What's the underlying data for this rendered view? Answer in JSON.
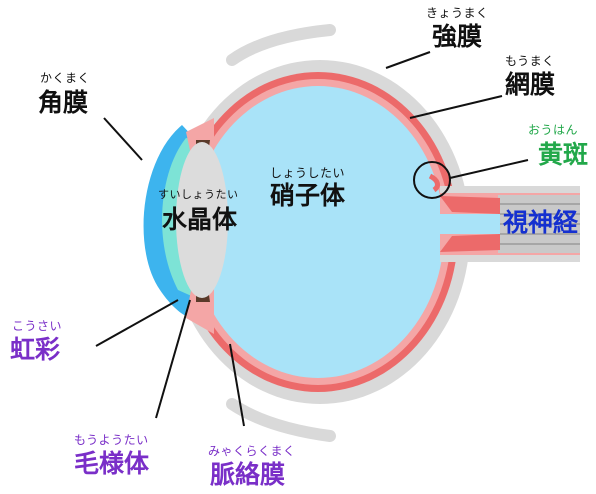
{
  "colors": {
    "black_label": "#111111",
    "macula_label": "#22a84a",
    "optic_label": "#1530d0",
    "purple_label": "#7a2fc8",
    "vitreous": "#a9e3f8",
    "retina": "#ec6a6a",
    "sclera": "#d9d9d9",
    "cornea": "#3db4ee",
    "lens": "#dcdcdc",
    "aqueous": "#7de3d6"
  },
  "labels": {
    "kyoumaku": {
      "ruby": "きょうまく",
      "text": "強膜"
    },
    "moumaku": {
      "ruby": "もうまく",
      "text": "網膜"
    },
    "kakumaku": {
      "ruby": "かくまく",
      "text": "角膜"
    },
    "ouhan": {
      "ruby": "おうはん",
      "text": "黄斑"
    },
    "shoushitai": {
      "ruby": "しょうしたい",
      "text": "硝子体"
    },
    "suishoutai": {
      "ruby": "すいしょうたい",
      "text": "水晶体"
    },
    "shishinkei": {
      "text": "視神経"
    },
    "kousai": {
      "ruby": "こうさい",
      "text": "虹彩"
    },
    "mouyoutai": {
      "ruby": "もうようたい",
      "text": "毛様体"
    },
    "myakurakumaku": {
      "ruby": "みゃくらくまく",
      "text": "脈絡膜"
    }
  }
}
